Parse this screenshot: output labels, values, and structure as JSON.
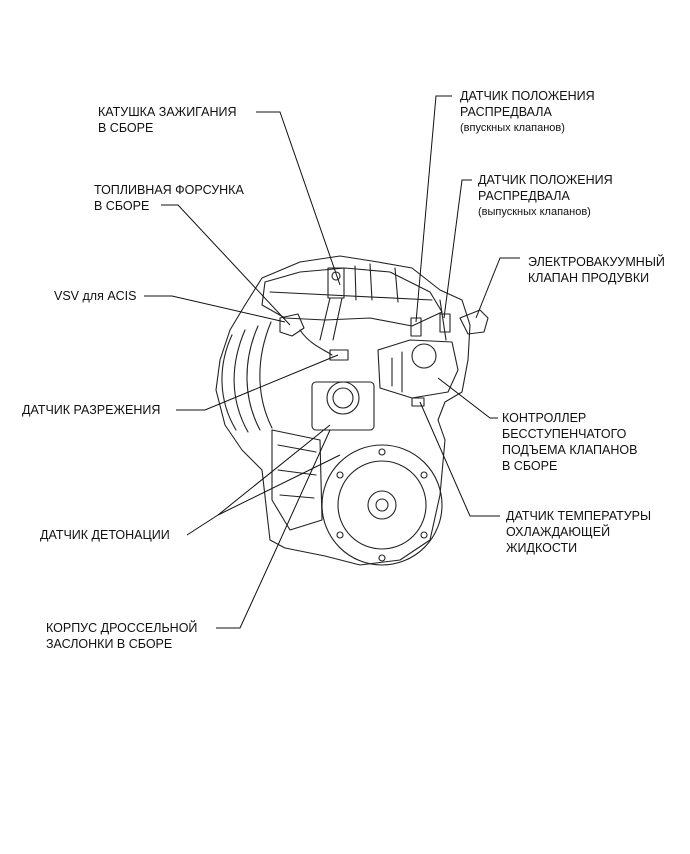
{
  "labels": {
    "ignition_coil": [
      "КАТУШКА ЗАЖИГАНИЯ",
      "В СБОРЕ"
    ],
    "fuel_injector": [
      "ТОПЛИВНАЯ ФОРСУНКА",
      "В СБОРЕ"
    ],
    "vsv_acis": [
      "VSV для ACIS"
    ],
    "vacuum_sensor": [
      "ДАТЧИК РАЗРЕЖЕНИЯ"
    ],
    "knock_sensor": [
      "ДАТЧИК ДЕТОНАЦИИ"
    ],
    "throttle_body": [
      "КОРПУС ДРОССЕЛЬНОЙ",
      "ЗАСЛОНКИ В СБОРЕ"
    ],
    "cam_sensor_intake": [
      "ДАТЧИК ПОЛОЖЕНИЯ",
      "РАСПРЕДВАЛА",
      "(впускных клапанов)"
    ],
    "cam_sensor_exhaust": [
      "ДАТЧИК ПОЛОЖЕНИЯ",
      "РАСПРЕДВАЛА",
      "(выпускных клапанов)"
    ],
    "purge_vsv": [
      "ЭЛЕКТРОВАКУУМНЫЙ",
      "КЛАПАН ПРОДУВКИ"
    ],
    "valvematic_controller": [
      "КОНТРОЛЛЕР",
      "БЕССТУПЕНЧАТОГО",
      "ПОДЪЕМА КЛАПАНОВ",
      "В СБОРЕ"
    ],
    "coolant_temp_sensor": [
      "ДАТЧИК ТЕМПЕРАТУРЫ",
      "ОХЛАЖДАЮЩЕЙ",
      "ЖИДКОСТИ"
    ]
  }
}
